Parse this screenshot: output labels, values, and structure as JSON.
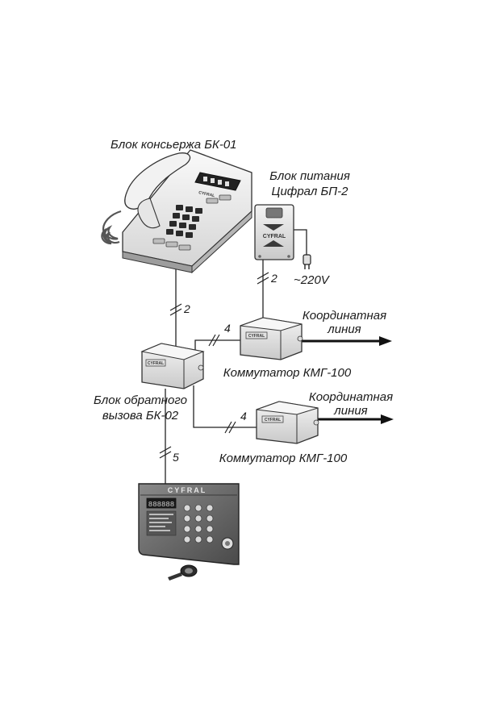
{
  "labels": {
    "concierge": "Блок консьержа БК-01",
    "psu_line1": "Блок питания",
    "psu_line2": "Цифрал БП-2",
    "mains": "~220V",
    "coord1_line1": "Координатная",
    "coord1_line2": "линия",
    "coord2_line1": "Координатная",
    "coord2_line2": "линия",
    "switch1": "Коммутатор КМГ-100",
    "switch2": "Коммутатор КМГ-100",
    "callback_line1": "Блок обратного",
    "callback_line2": "вызова БК-02"
  },
  "wire_counts": {
    "phone_to_callback": "2",
    "psu_to_switch": "2",
    "callback_to_switch1": "4",
    "callback_to_switch2": "4",
    "callback_to_panel": "5"
  },
  "brand": {
    "panel": "CYFRAL",
    "psu": "CYFRAL",
    "switch": "CYFRAL",
    "callback": "CYFRAL",
    "phone": "CYFRAL",
    "panel_display": "888888"
  },
  "icons": {
    "phone": "desk-telephone-icon",
    "psu": "power-supply-icon",
    "plug": "power-plug-icon",
    "switch": "commutator-box-icon",
    "callback": "callback-unit-icon",
    "panel": "intercom-call-panel-icon",
    "key": "touch-memory-key-icon"
  },
  "colors": {
    "line": "#222222",
    "device_body": "#e8e8e8",
    "panel_body": "#6e6e6e"
  }
}
